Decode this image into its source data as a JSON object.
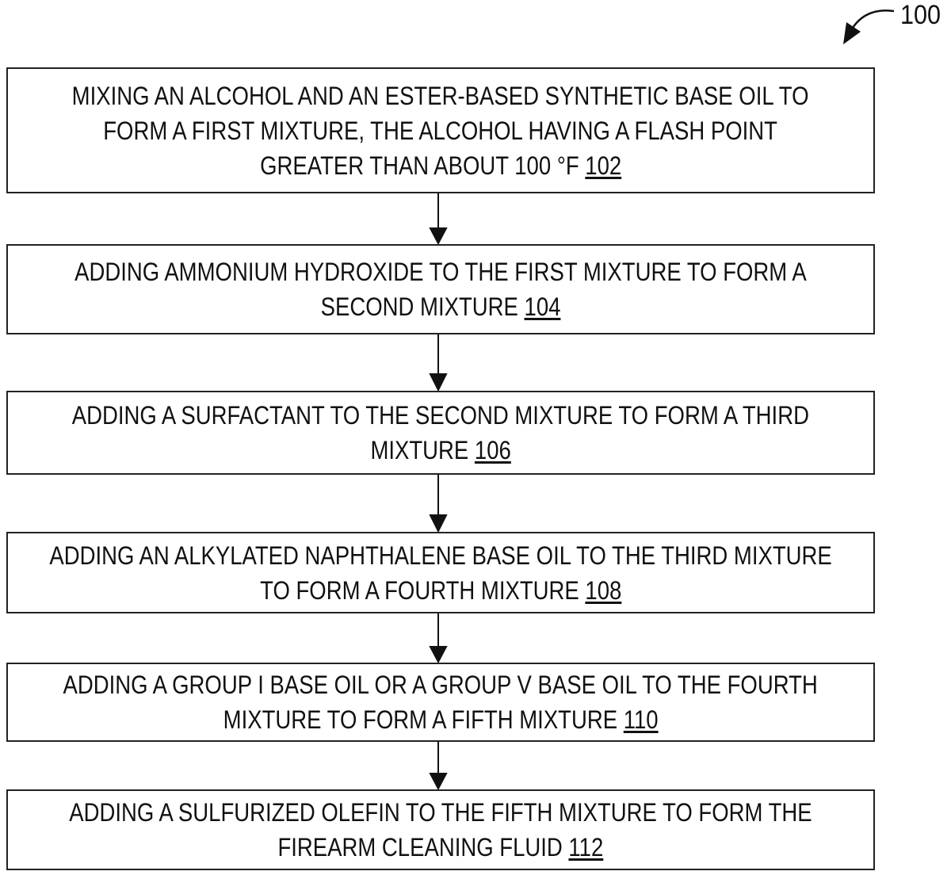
{
  "figure_label": "100",
  "steps": [
    {
      "lines": [
        "MIXING AN ALCOHOL AND AN ESTER-BASED SYNTHETIC BASE OIL TO",
        "FORM A FIRST MIXTURE, THE ALCOHOL HAVING A FLASH POINT",
        "GREATER THAN ABOUT 100 °F"
      ],
      "ref": "102"
    },
    {
      "lines": [
        "ADDING AMMONIUM HYDROXIDE TO THE FIRST MIXTURE TO FORM A",
        "SECOND MIXTURE"
      ],
      "ref": "104"
    },
    {
      "lines": [
        "ADDING A SURFACTANT TO THE SECOND MIXTURE TO FORM A THIRD",
        "MIXTURE"
      ],
      "ref": "106"
    },
    {
      "lines": [
        "ADDING AN ALKYLATED NAPHTHALENE BASE OIL TO THE THIRD MIXTURE",
        "TO FORM A FOURTH MIXTURE"
      ],
      "ref": "108"
    },
    {
      "lines": [
        "ADDING A GROUP I BASE OIL OR A GROUP V BASE OIL TO THE FOURTH",
        "MIXTURE TO FORM A FIFTH MIXTURE"
      ],
      "ref": "110"
    },
    {
      "lines": [
        "ADDING A SULFURIZED OLEFIN TO THE FIFTH MIXTURE TO FORM THE",
        "FIREARM CLEANING FLUID"
      ],
      "ref": "112"
    }
  ]
}
